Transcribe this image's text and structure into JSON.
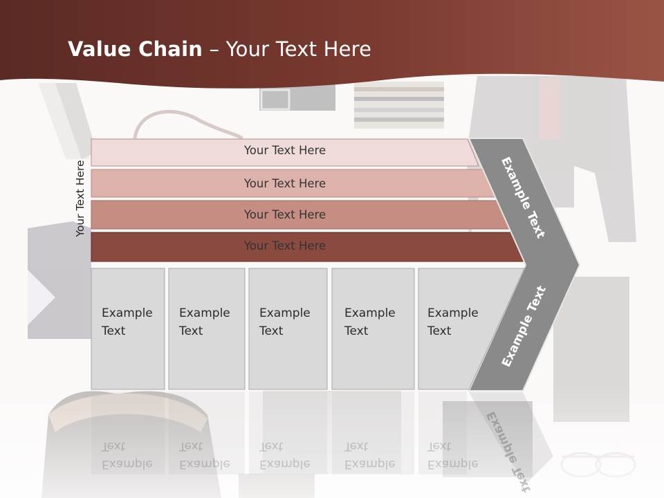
{
  "slide": {
    "title_bold": "Value Chain",
    "title_rest": " – Your Text Here",
    "side_label": "Your Text Here",
    "bands": [
      {
        "label": "Your Text Here",
        "color": "#efdcda"
      },
      {
        "label": "Your Text Here",
        "color": "#dcb2ab"
      },
      {
        "label": "Your Text Here",
        "color": "#c68d82"
      },
      {
        "label": "Your Text Here",
        "color": "#8a4a40"
      }
    ],
    "boxes": [
      {
        "label": "Example\nText"
      },
      {
        "label": "Example\nText"
      },
      {
        "label": "Example\nText"
      },
      {
        "label": "Example\nText"
      },
      {
        "label": "Example\nText"
      }
    ],
    "chevron": {
      "upper_label": "Example Text",
      "lower_label": "Example Text"
    },
    "colors": {
      "header": "#7a3a30",
      "box_fill": "#d9d9d9",
      "chevron_fill": "#8a8a8a"
    }
  }
}
